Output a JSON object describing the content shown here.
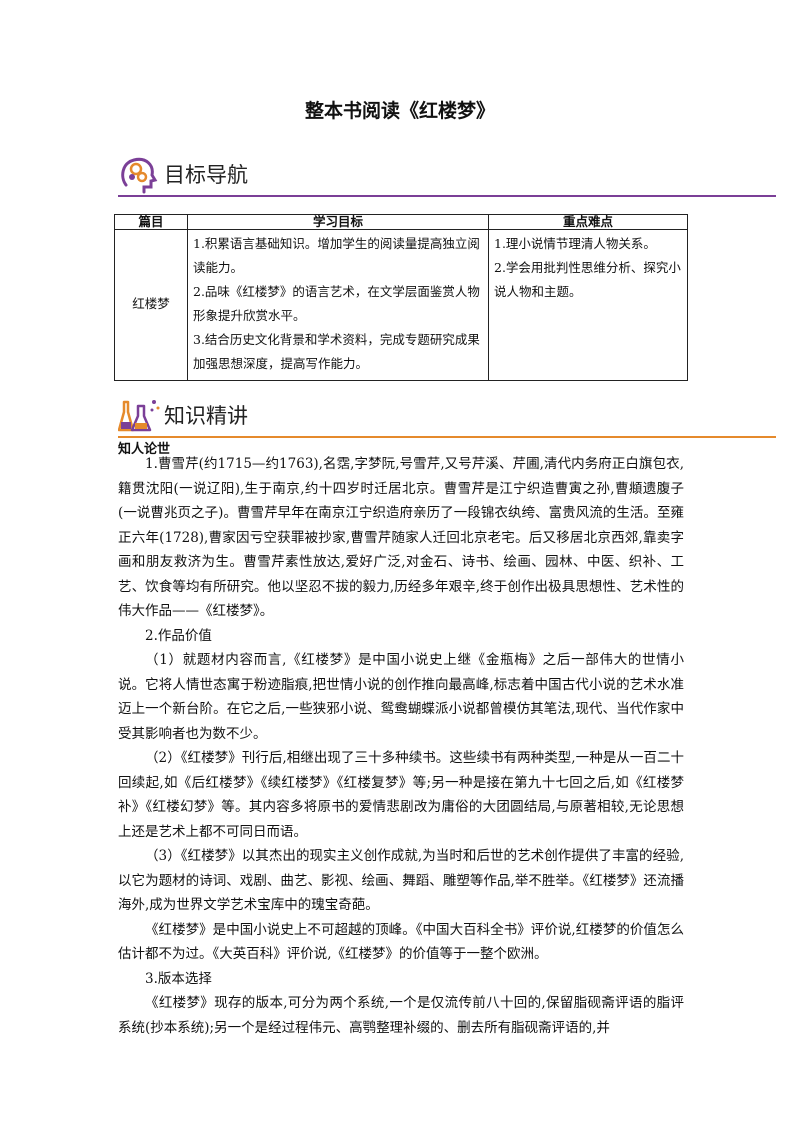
{
  "title": "整本书阅读《红楼梦》",
  "sections": {
    "goal_nav": {
      "label": "目标导航",
      "icon": "head-gears-icon",
      "accent": "#7b3f97"
    },
    "knowledge": {
      "label": "知识精讲",
      "icon": "lab-flask-icon",
      "accent": "#e58a2c"
    }
  },
  "goals_table": {
    "headers": [
      "篇目",
      "学习目标",
      "重点难点"
    ],
    "row": {
      "title": "红楼梦",
      "objectives": [
        "1.积累语言基础知识。增加学生的阅读量提高独立阅读能力。",
        "2.品味《红楼梦》的语言艺术，在文学层面鉴赏人物形象提升欣赏水平。",
        "3.结合历史文化背景和学术资料，完成专题研究成果加强思想深度，提高写作能力。"
      ],
      "key_points": [
        "1.理小说情节理清人物关系。",
        "2.学会用批判性思维分析、探究小说人物和主题。"
      ]
    }
  },
  "subheading": "知人论世",
  "paragraphs": [
    "1.曹雪芹(约1715—约1763),名霑,字梦阮,号雪芹,又号芹溪、芹圃,清代内务府正白旗包衣,籍贯沈阳(一说辽阳),生于南京,约十四岁时迁居北京。曹雪芹是江宁织造曹寅之孙,曹頫遗腹子(一说曹兆页之子)。曹雪芹早年在南京江宁织造府亲历了一段锦衣纨绔、富贵风流的生活。至雍正六年(1728),曹家因亏空获罪被抄家,曹雪芹随家人迁回北京老宅。后又移居北京西郊,靠卖字画和朋友救济为生。曹雪芹素性放达,爱好广泛,对金石、诗书、绘画、园林、中医、织补、工艺、饮食等均有所研究。他以坚忍不拔的毅力,历经多年艰辛,终于创作出极具思想性、艺术性的伟大作品——《红楼梦》。",
    "2.作品价值",
    "（1）就题材内容而言,《红楼梦》是中国小说史上继《金瓶梅》之后一部伟大的世情小说。它将人情世态寓于粉迹脂痕,把世情小说的创作推向最高峰,标志着中国古代小说的艺术水准迈上一个新台阶。在它之后,一些狭邪小说、鸳鸯蝴蝶派小说都曾模仿其笔法,现代、当代作家中受其影响者也为数不少。",
    "（2）《红楼梦》刊行后,相继出现了三十多种续书。这些续书有两种类型,一种是从一百二十回续起,如《后红楼梦》《续红楼梦》《红楼复梦》等;另一种是接在第九十七回之后,如《红楼梦补》《红楼幻梦》等。其内容多将原书的爱情悲剧改为庸俗的大团圆结局,与原著相较,无论思想上还是艺术上都不可同日而语。",
    "（3）《红楼梦》以其杰出的现实主义创作成就,为当时和后世的艺术创作提供了丰富的经验,以它为题材的诗词、戏剧、曲艺、影视、绘画、舞蹈、雕塑等作品,举不胜举。《红楼梦》还流播海外,成为世界文学艺术宝库中的瑰宝奇葩。",
    "《红楼梦》是中国小说史上不可超越的顶峰。《中国大百科全书》评价说,红楼梦的价值怎么估计都不为过。《大英百科》评价说,《红楼梦》的价值等于一整个欧洲。",
    "3.版本选择",
    "《红楼梦》现存的版本,可分为两个系统,一个是仅流传前八十回的,保留脂砚斋评语的脂评系统(抄本系统);另一个是经过程伟元、高鹗整理补缀的、删去所有脂砚斋评语的,并"
  ]
}
